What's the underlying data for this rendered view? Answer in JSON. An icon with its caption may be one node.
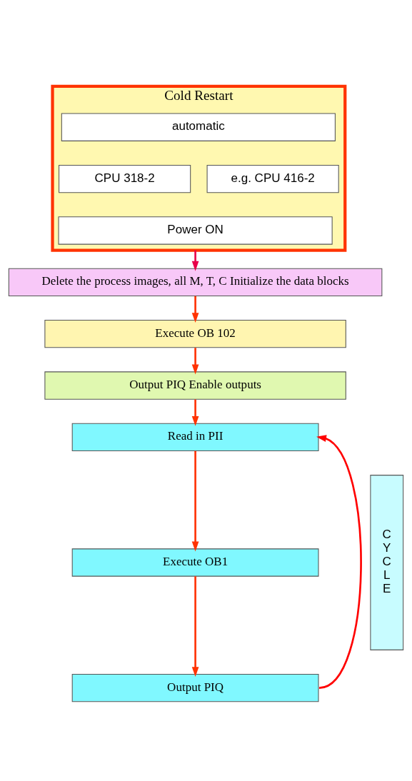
{
  "diagram": {
    "nodes": [
      {
        "text": [
          "Cold Restart"
        ]
      },
      {
        "text": [
          "automatic"
        ],
        "in": 0
      },
      {
        "text": [
          "CPU 318-2"
        ],
        "in": 0
      },
      {
        "text": [
          "e.g. CPU 416-2"
        ],
        "in": 0
      },
      {
        "text": [
          "Power ON"
        ],
        "in": 0
      },
      {
        "text": [
          "Delete the process images, all M, T, C Initialize the data blocks"
        ]
      },
      {
        "text": [
          "Execute OB 102"
        ]
      },
      {
        "text": [
          "Output PIQ Enable outputs"
        ]
      },
      {
        "text": [
          "C Y C L E"
        ]
      },
      {
        "text": [
          "Read in PII"
        ]
      },
      {
        "text": [
          "Execute OB1"
        ]
      },
      {
        "text": [
          "Output PIQ"
        ]
      }
    ],
    "edges": [
      {
        "from": 0,
        "to": 5,
        "arrow": "to",
        "color": "#e8004a"
      },
      {
        "from": 5,
        "to": 6,
        "arrow": "to"
      },
      {
        "from": 6,
        "to": 7,
        "arrow": "to"
      },
      {
        "from": 7,
        "to": 9,
        "arrow": "to"
      },
      {
        "from": 9,
        "to": 10,
        "arrow": "to"
      },
      {
        "from": 10,
        "to": 11,
        "arrow": "to"
      },
      {
        "from": 11,
        "to": 9,
        "arrow": "to",
        "color": "#ff0000"
      }
    ]
  }
}
